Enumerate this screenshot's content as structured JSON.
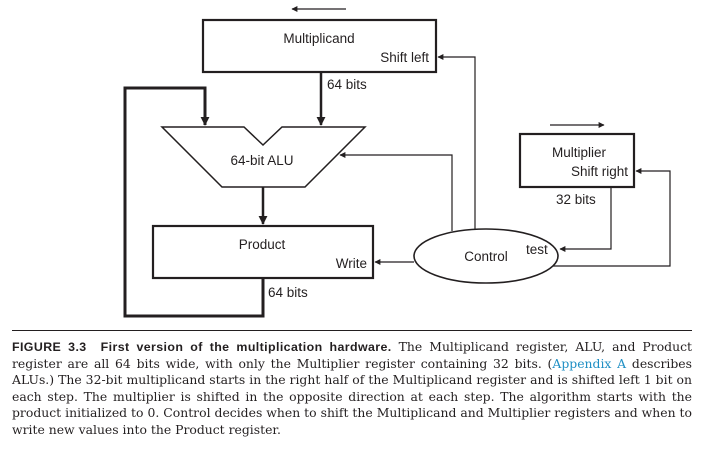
{
  "diagram": {
    "multiplicand": {
      "name": "Multiplicand",
      "action": "Shift left",
      "width_label": "64 bits"
    },
    "alu": {
      "name": "64-bit ALU"
    },
    "product": {
      "name": "Product",
      "action": "Write",
      "width_label": "64 bits"
    },
    "multiplier": {
      "name": "Multiplier",
      "action": "Shift right",
      "width_label": "32 bits"
    },
    "control": {
      "name": "Control",
      "input_label": "test"
    }
  },
  "caption": {
    "figure_label": "FIGURE 3.3",
    "title": "First version of the multiplication hardware.",
    "text_1": " The Multiplicand register, ALU, and Product register are all 64 bits wide, with only the Multiplier register containing 32 bits. (",
    "link": "Appendix A",
    "text_2": " describes ALUs.) The 32-bit multiplicand starts in the right half of the Multiplicand register and is shifted left 1 bit on each step. The multiplier is shifted in the opposite direction at each step. The algorithm starts with the product initialized to 0. Control decides when to shift the Multiplicand and Multiplier registers and when to write new values into the Product register."
  }
}
